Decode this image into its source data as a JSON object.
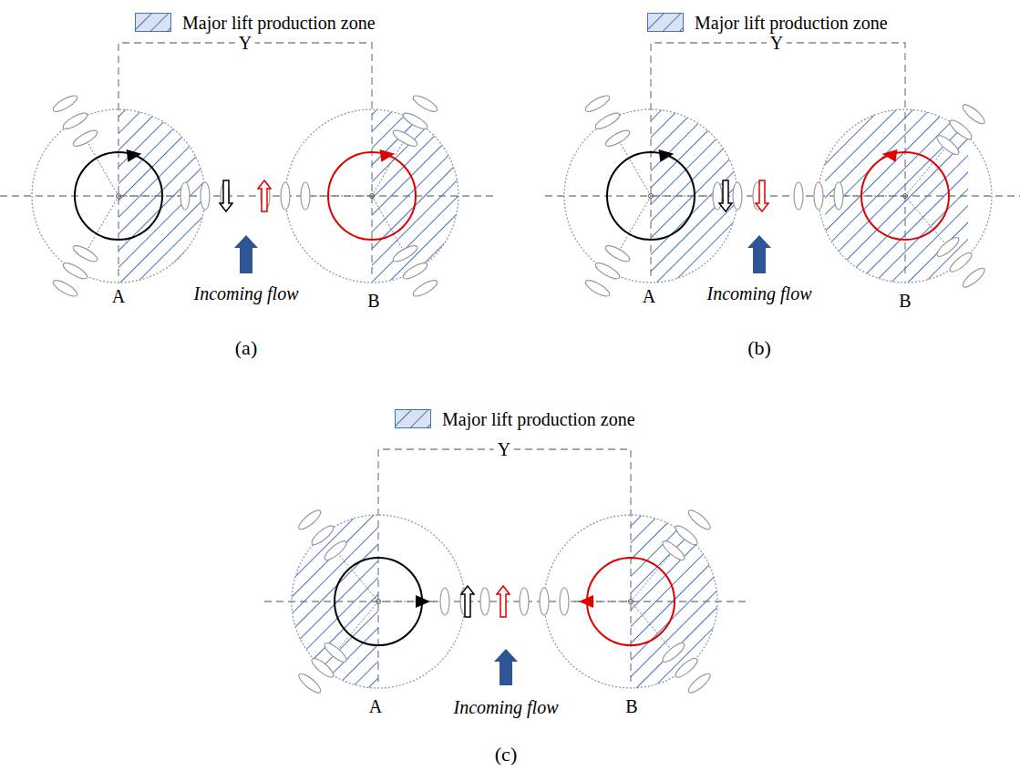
{
  "diagram": {
    "labels": [
      "Y",
      "A",
      "B",
      "Incoming flow",
      "(a)",
      "Y",
      "A",
      "B",
      "Incoming flow",
      "(b)",
      "Y",
      "A",
      "B",
      "Incoming flow",
      "(c)"
    ],
    "legend": [
      {
        "text": "Major lift production zone"
      },
      {
        "text": "Major lift production zone"
      },
      {
        "text": "Major lift production zone"
      }
    ]
  }
}
